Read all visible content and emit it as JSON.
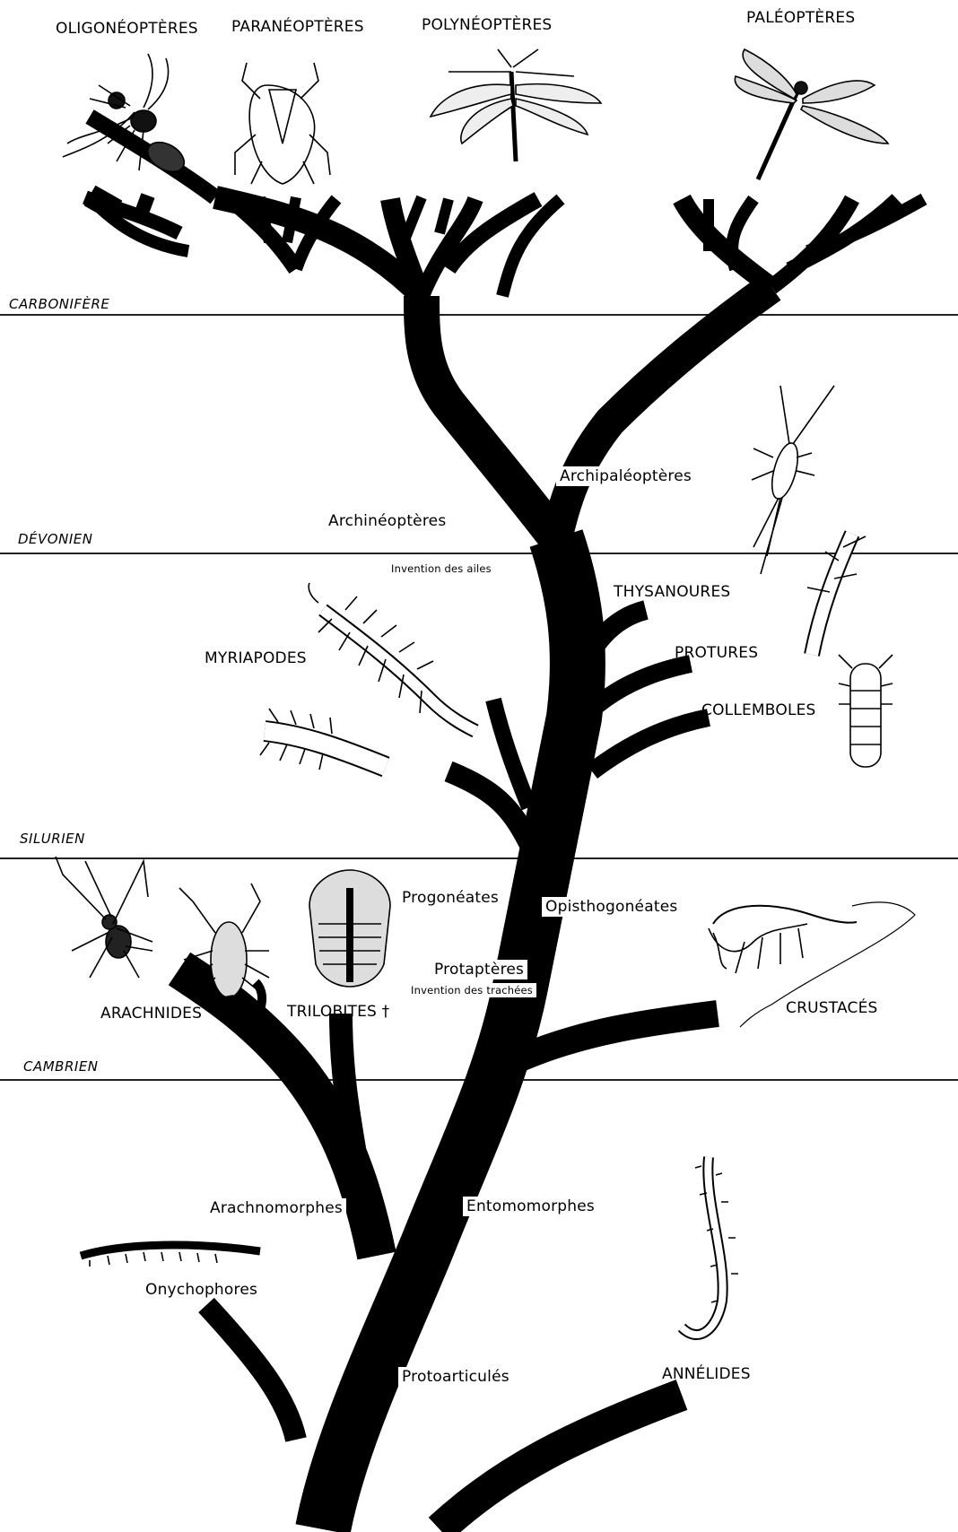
{
  "periods": {
    "carbonifere": "CARBONIFÈRE",
    "devonien": "DÉVONIEN",
    "silurien": "SILURIEN",
    "cambrien": "CAMBRIEN"
  },
  "groups": {
    "oligoneopteres": "OLIGONÉOPTÈRES",
    "paraneopteres": "PARANÉOPTÈRES",
    "polyneopteres": "POLYNÉOPTÈRES",
    "paleopteres": "PALÉOPTÈRES",
    "archipaleopteres": "Archipaléoptères",
    "archineopteres": "Archinéoptères",
    "invention_ailes": "Invention des ailes",
    "thysanoures": "THYSANOURES",
    "protures": "PROTURES",
    "collemboles": "COLLEMBOLES",
    "myriapodes": "MYRIAPODES",
    "progoneates": "Progonéates",
    "opisthogoneates": "Opisthogonéates",
    "protapteres": "Protaptères",
    "invention_trachees": "Invention des trachées",
    "arachnides": "ARACHNIDES",
    "trilobites": "TRILOBITES †",
    "crustaces": "CRUSTACÉS",
    "arachnomorphes": "Arachnomorphes",
    "entomomorphes": "Entomomorphes",
    "onychophores": "Onychophores",
    "protoarticules": "Protoarticulés",
    "annelides": "ANNÉLIDES"
  },
  "illustrations": [
    "wasp-illustration",
    "shield-bug-illustration",
    "stonefly-illustration",
    "dragonfly-illustration",
    "silverfish-illustration",
    "proturan-illustration",
    "springtail-illustration",
    "centipede-illustration",
    "millipede-illustration",
    "spider-illustration",
    "scorpion-illustration",
    "trilobite-illustration",
    "shrimp-illustration",
    "onychophoran-illustration",
    "annelid-worm-illustration"
  ],
  "colors": {
    "ink": "#000000",
    "paper": "#ffffff"
  }
}
